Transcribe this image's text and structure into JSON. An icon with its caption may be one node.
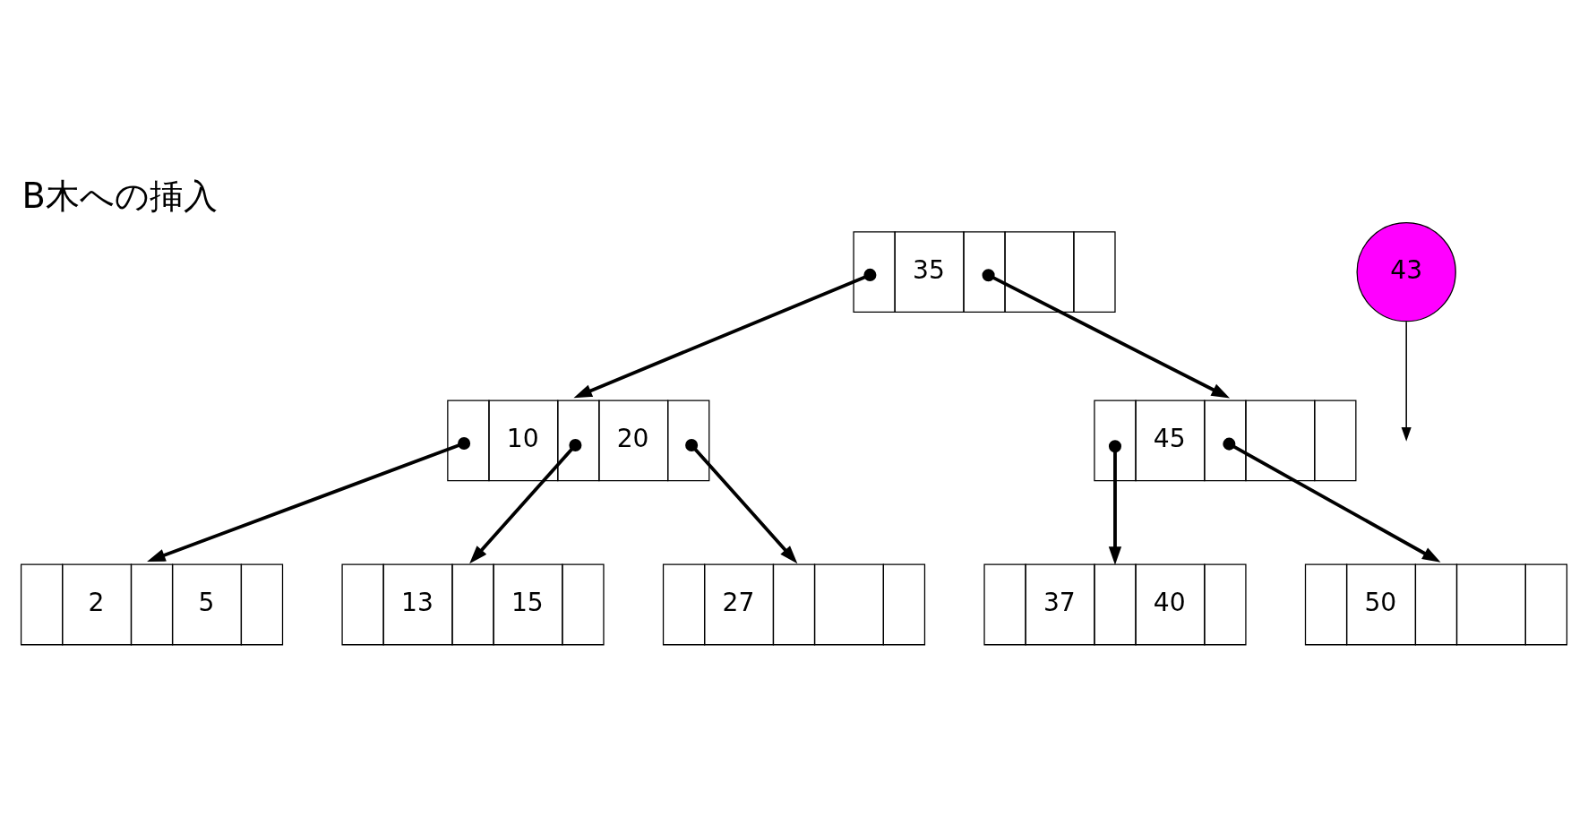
{
  "diagram": {
    "title": "B木への挿入",
    "nodes": [
      {
        "text": [
          "35"
        ]
      },
      {
        "text": [
          "10",
          "20"
        ]
      },
      {
        "text": [
          "45"
        ]
      },
      {
        "text": [
          "2",
          "5"
        ]
      },
      {
        "text": [
          "13",
          "15"
        ]
      },
      {
        "text": [
          "27"
        ]
      },
      {
        "text": [
          "37",
          "40"
        ]
      },
      {
        "text": [
          "50"
        ]
      },
      {
        "text": [
          "43"
        ]
      }
    ],
    "edges": [
      {
        "from": 0,
        "to": 1,
        "arrow": "to"
      },
      {
        "from": 0,
        "to": 2,
        "arrow": "to"
      },
      {
        "from": 1,
        "to": 3,
        "arrow": "to"
      },
      {
        "from": 1,
        "to": 4,
        "arrow": "to"
      },
      {
        "from": 1,
        "to": 5,
        "arrow": "to"
      },
      {
        "from": 2,
        "to": 6,
        "arrow": "to"
      },
      {
        "from": 2,
        "to": 7,
        "arrow": "to"
      },
      {
        "from": 8,
        "to": null,
        "arrow": "to"
      }
    ]
  }
}
